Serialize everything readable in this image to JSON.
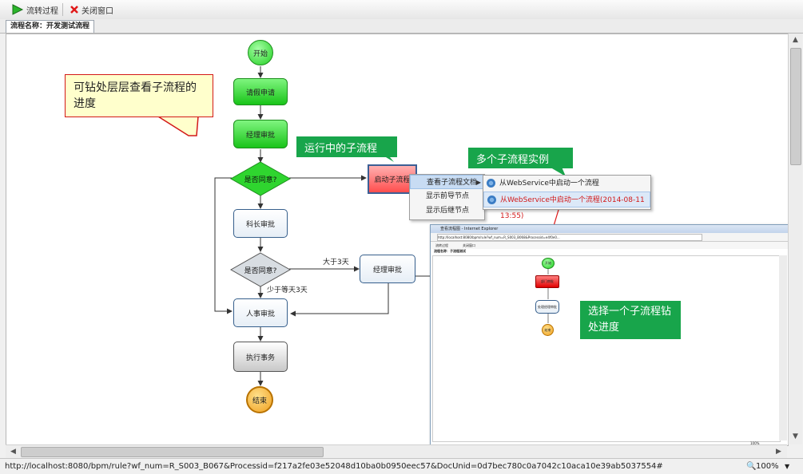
{
  "toolbar": {
    "flow_button_label": "流转过程",
    "close_button_label": "关闭窗口"
  },
  "tab": {
    "label": "流程名称：开发测试流程"
  },
  "flow": {
    "start": "开始",
    "leave_request": "请假申请",
    "manager_approval": "经理审批",
    "agree_question": "是否同意?",
    "section_approval": "科长审批",
    "agree_question_2": "是否同意?",
    "hr_approval": "人事审批",
    "execute": "执行事务",
    "end": "结束",
    "subprocess": "启动子流程",
    "manager_approval_2": "经理审批",
    "label_more_than": "大于3天",
    "label_less_than": "少于等天3天"
  },
  "callouts": {
    "drill_note": "可钻处层层查看子流程的进度",
    "running_subflow": "运行中的子流程",
    "multiple_instances": "多个子流程实例",
    "select_one": "选择一个子流程钻处进度"
  },
  "context_menu": {
    "items": [
      "查看子流程文档",
      "显示前导节点",
      "显示后继节点"
    ]
  },
  "submenu": {
    "items": [
      "从WebService中启动一个流程",
      "从WebService中启动一个流程(2014-08-11 13:55)"
    ]
  },
  "mini_window": {
    "title": "查看流程图 - Internet Explorer",
    "url": "http://localhost:8080/bpm/rule?wf_num=R_S003_B068&Processid=e4f0e0...",
    "toolbar_flow": "流转过程",
    "toolbar_close": "关闭窗口",
    "tab": "流程名称：子流程测试",
    "node_start": "开始",
    "node_red": "部门审批",
    "node_blue": "处理经理审批",
    "node_end": "结束",
    "zoom": "100%"
  },
  "status": {
    "url": "http://localhost:8080/bpm/rule?wf_num=R_S003_B067&Processid=f217a2fe03e52048d10ba0b0950eec57&DocUnid=0d7bec780c0a7042c10aca10e39ab5037554#",
    "zoom": "100%"
  },
  "colors": {
    "green_node": "#19c419",
    "red_sub": "#ff4d4d",
    "callout_green": "#18a54b",
    "callout_yellow": "#ffffcc",
    "arrow_red": "#e01818"
  }
}
